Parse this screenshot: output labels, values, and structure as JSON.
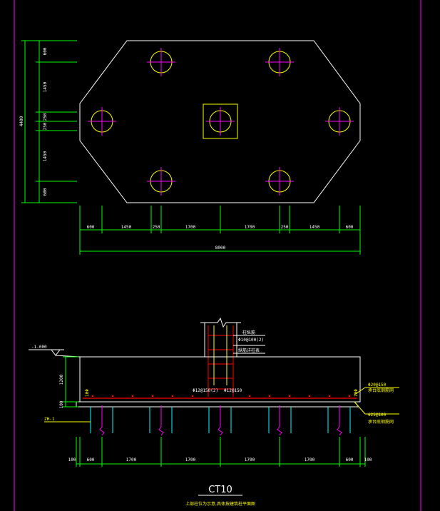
{
  "colors": {
    "background": "#000000",
    "outline": "#ffffff",
    "dimension": "#00ff00",
    "pile_axis": "#ff00ff",
    "pile_circle": "#ffff00",
    "column": "#ffff00",
    "rebar": "#ff0000",
    "pile": "#00ffff"
  },
  "plan": {
    "total_width_label": "8000",
    "total_height_label": "4400",
    "bottom_dims": [
      "600",
      "1450",
      "250",
      "1700",
      "1700",
      "250",
      "1450",
      "600"
    ],
    "left_dims": [
      "600",
      "1450",
      "250",
      "250",
      "1450",
      "600"
    ]
  },
  "section": {
    "elevation_label": "-1.000",
    "depth_label": "1200",
    "bottom_cover_label": "100",
    "pile_label": "ZH-1",
    "top_rebar_note": "Φ20@150",
    "top_rebar_note2": "承台底钢筋网",
    "bottom_rebar_note": "Φ25@100",
    "bottom_rebar_note2": "承台底钢筋网",
    "stirrup_note_1": "Φ10@100(2)",
    "stirrup_note_2": "Φ12@150(2)",
    "stirrup_note_3": "Φ12@150",
    "column_note": "柱纵筋",
    "column_note2": "纵筋详柱表",
    "bottom_dims": [
      "100",
      "600",
      "1700",
      "1700",
      "1700",
      "1700",
      "600",
      "100"
    ],
    "side_tag_left": "10Φ",
    "side_tag_right": "10Φ"
  },
  "title": {
    "name": "CT10",
    "caption": "上部柱位为示意,具体按建筑柱平面图"
  }
}
